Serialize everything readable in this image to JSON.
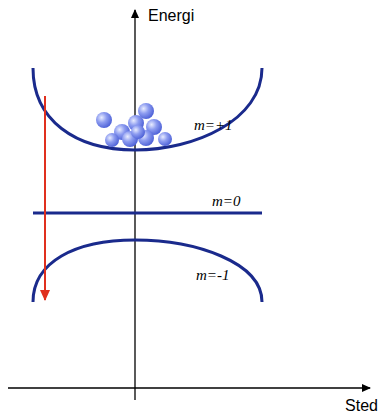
{
  "diagram": {
    "labels": [
      "Energi",
      "m=+1",
      "m=0",
      "m=-1",
      "Sted"
    ]
  }
}
